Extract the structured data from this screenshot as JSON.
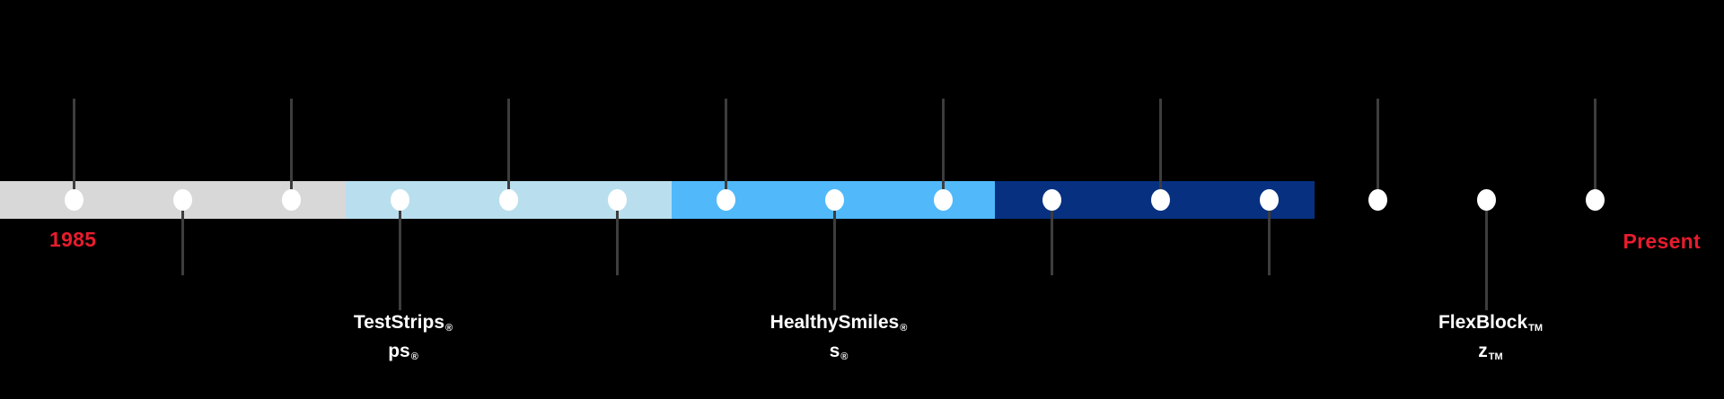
{
  "background_color": "#000000",
  "timeline": {
    "start_label": "1985",
    "end_label": "Present",
    "year_label_color": "#e81c2d",
    "dot_color": "#ffffff",
    "stem_color": "#3d3d3d",
    "bar": {
      "segments": [
        {
          "name": "era-1-gray",
          "color": "#d8d8d8"
        },
        {
          "name": "era-2-light-blue",
          "color": "#b9dfef"
        },
        {
          "name": "era-3-bright-blue",
          "color": "#51b9fa"
        },
        {
          "name": "era-4-navy",
          "color": "#073080"
        }
      ]
    },
    "dots": [
      {
        "stem": "up"
      },
      {
        "stem": "down"
      },
      {
        "stem": "up"
      },
      {
        "stem": "down-label",
        "label_index": 0
      },
      {
        "stem": "up"
      },
      {
        "stem": "down"
      },
      {
        "stem": "up"
      },
      {
        "stem": "down-label",
        "label_index": 1
      },
      {
        "stem": "up"
      },
      {
        "stem": "down"
      },
      {
        "stem": "up"
      },
      {
        "stem": "down"
      },
      {
        "stem": "up"
      },
      {
        "stem": "down-label",
        "label_index": 2
      },
      {
        "stem": "up"
      }
    ]
  },
  "products": [
    {
      "line1": "TestStrips",
      "line1_mark": "®",
      "line2": "ps",
      "line2_mark": "®"
    },
    {
      "line1": "HealthySmiles",
      "line1_mark": "®",
      "line2": "s",
      "line2_mark": "®"
    },
    {
      "line1": "FlexBlock",
      "line1_mark": "TM",
      "line2": "z",
      "line2_mark": "TM"
    }
  ]
}
